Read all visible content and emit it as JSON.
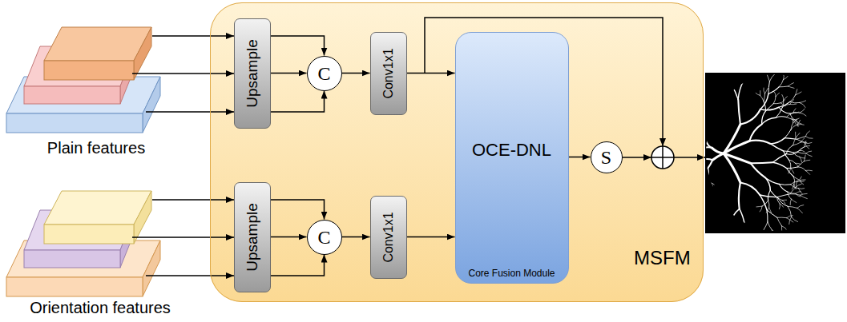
{
  "diagram": {
    "nodes": [
      {
        "text": [
          "MSFM"
        ]
      },
      {
        "text": [
          "Upsample"
        ],
        "in": 0
      },
      {
        "text": [
          "C"
        ],
        "in": 0
      },
      {
        "text": [
          "Conv1x1"
        ],
        "in": 0
      },
      {
        "text": [
          "Upsample"
        ],
        "in": 0
      },
      {
        "text": [
          "C"
        ],
        "in": 0
      },
      {
        "text": [
          "Conv1x1"
        ],
        "in": 0
      },
      {
        "text": [
          "OCE-DNL",
          "Core Fusion Module"
        ],
        "in": 0
      },
      {
        "text": [
          "S"
        ],
        "in": 0
      }
    ],
    "edges": [
      {
        "from": 1,
        "to": 2,
        "arrow": "to"
      },
      {
        "from": 1,
        "to": 2,
        "arrow": "to"
      },
      {
        "from": 1,
        "to": 2,
        "arrow": "to"
      },
      {
        "from": 2,
        "to": 3,
        "arrow": "to"
      },
      {
        "from": 4,
        "to": 5,
        "arrow": "to"
      },
      {
        "from": 4,
        "to": 5,
        "arrow": "to"
      },
      {
        "from": 4,
        "to": 5,
        "arrow": "to"
      },
      {
        "from": 5,
        "to": 6,
        "arrow": "to"
      },
      {
        "from": 3,
        "to": 7,
        "arrow": "to"
      },
      {
        "from": 6,
        "to": 7,
        "arrow": "to"
      },
      {
        "from": 7,
        "to": 8,
        "arrow": "to"
      }
    ],
    "labels": [
      "Plain features",
      "Orientation features"
    ]
  }
}
